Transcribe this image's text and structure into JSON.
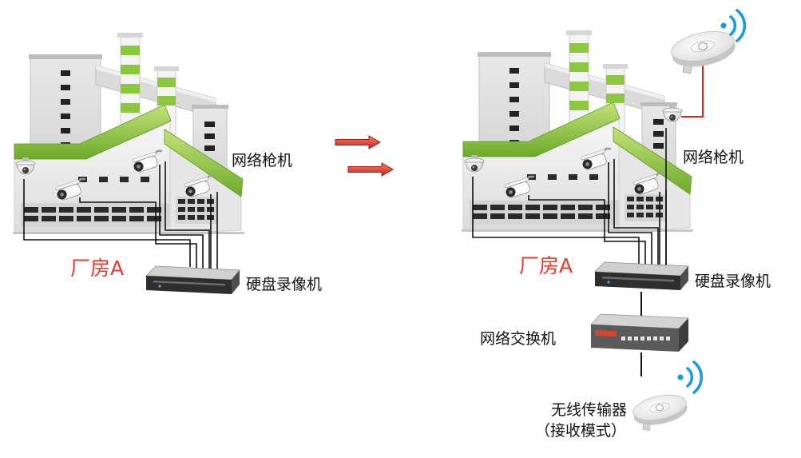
{
  "left_scene": {
    "camera_label": "网络枪机",
    "factory_label": "厂房A",
    "nvr_label": "硬盘录像机"
  },
  "right_scene": {
    "camera_label": "网络枪机",
    "factory_label": "厂房A",
    "nvr_label": "硬盘录像机",
    "switch_label": "网络交换机",
    "wireless_label": "无线传输器",
    "wireless_mode_label": "（接收模式）"
  },
  "colors": {
    "factory_label": "#e8392c",
    "wifi_signal": "#1a9be0",
    "roof_green": "#8dc63f",
    "arrow": "#e4402c",
    "uplink_cable": "#d9261c"
  },
  "icons": [
    "factory-icon",
    "dome-camera-icon",
    "bullet-camera-icon",
    "nvr-icon",
    "network-switch-icon",
    "wireless-ap-icon",
    "wifi-icon",
    "arrow-right-icon"
  ]
}
